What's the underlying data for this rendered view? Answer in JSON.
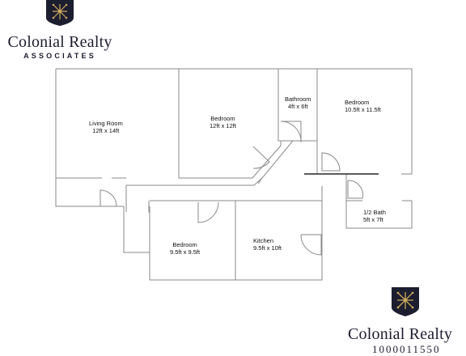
{
  "brand": {
    "name": "Colonial Realty",
    "subtitle": "ASSOCIATES",
    "logo_icon": "colonial-crest-icon",
    "colors": {
      "navy": "#1d1d30",
      "gold": "#c8a95a",
      "wall": "#8a8a8a"
    }
  },
  "footer": {
    "brand_name": "Colonial Realty",
    "clipped_text": "1000011550"
  },
  "rooms": [
    {
      "name": "Living Room",
      "size": "12ft x 14ft"
    },
    {
      "name": "Bedroom",
      "size": "12ft x 12ft"
    },
    {
      "name": "Bathroom",
      "size": "4ft x 6ft"
    },
    {
      "name": "Bedroom",
      "size": "10.5ft x 11.5ft"
    },
    {
      "name": "1/2 Bath",
      "size": "5ft x 7ft"
    },
    {
      "name": "Bedroom",
      "size": "9.5ft x 9.5ft"
    },
    {
      "name": "Kitchen",
      "size": "9.5ft x 10ft"
    }
  ]
}
